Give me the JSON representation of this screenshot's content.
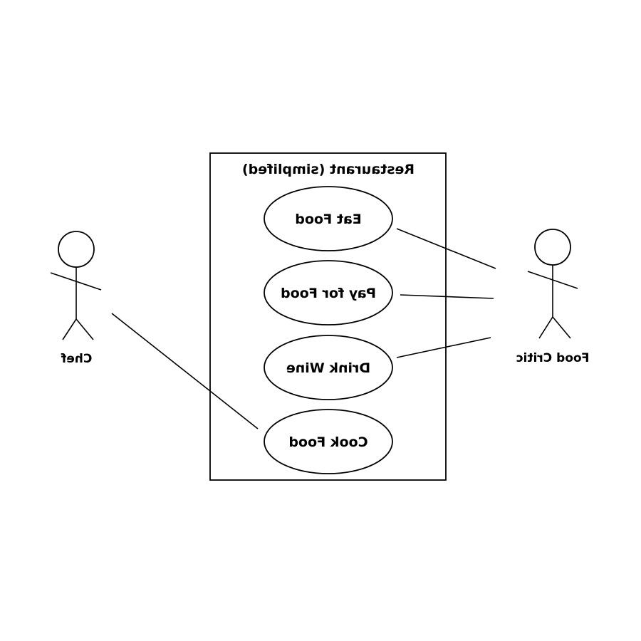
{
  "system": {
    "title": "Restaurant (simplifed)"
  },
  "use_cases": [
    {
      "label": "Eat Food"
    },
    {
      "label": "Pay for Food"
    },
    {
      "label": "Drink Wine"
    },
    {
      "label": "Cook Food"
    }
  ],
  "actors": {
    "chef": {
      "label": "Chef"
    },
    "critic": {
      "label": "Food Critic"
    }
  }
}
